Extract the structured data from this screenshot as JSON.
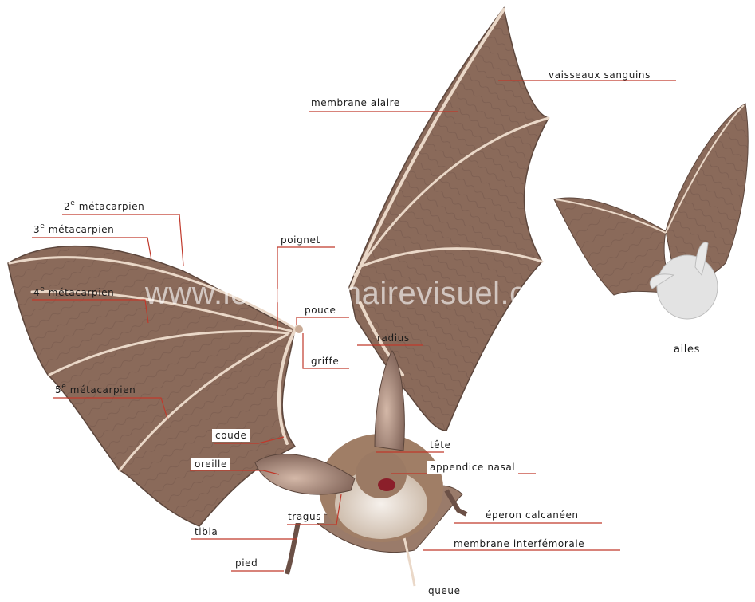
{
  "labels": {
    "vaisseaux": "vaisseaux sanguins",
    "membrane_alaire": "membrane alaire",
    "m2_num": "2",
    "m2_sup": "e",
    "m2_txt": " métacarpien",
    "m3_num": "3",
    "m3_sup": "e",
    "m3_txt": " métacarpien",
    "m4_num": "4",
    "m4_sup": "e",
    "m4_txt": " métacarpien",
    "m5_num": "5",
    "m5_sup": "e",
    "m5_txt": " métacarpien",
    "poignet": "poignet",
    "pouce": "pouce",
    "griffe": "griffe",
    "radius": "radius",
    "coude": "coude",
    "tete": "tête",
    "appendice": "appendice nasal",
    "oreille": "oreille",
    "tragus": "tragus",
    "eperon": "éperon calcanéen",
    "membrane_interfemorale": "membrane interfémorale",
    "tibia": "tibia",
    "pied": "pied",
    "queue": "queue",
    "ailes": "ailes"
  },
  "watermark": "www.ledictionnairevisuel.com",
  "colors": {
    "leader": "#c0392b",
    "membrane": "#8a6a5a",
    "bone": "#ead8c8",
    "fur": "#a07e66",
    "belly": "#efe7df"
  }
}
